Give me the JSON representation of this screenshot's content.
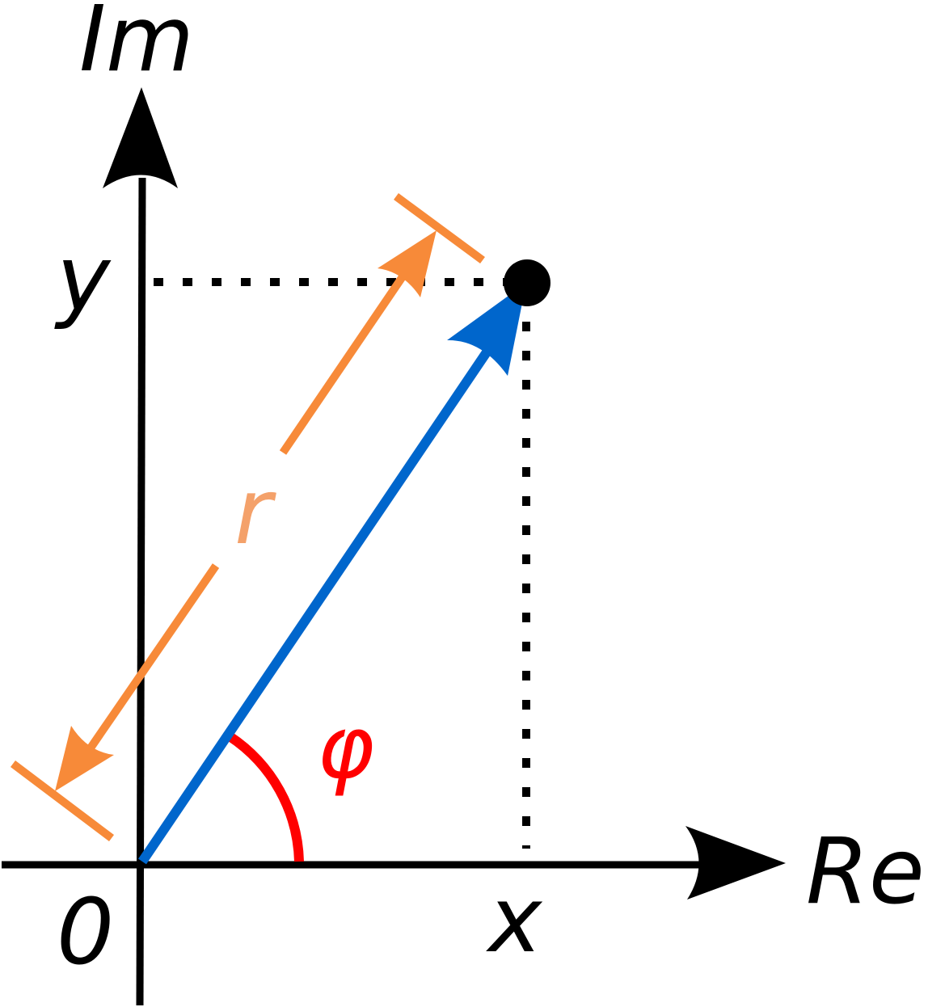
{
  "labels": {
    "imaginary_axis": "Im",
    "real_axis": "Re",
    "origin": "0",
    "x": "x",
    "y": "y",
    "magnitude": "r",
    "angle": "φ"
  },
  "colors": {
    "axes": "#000000",
    "vector": "#0066cc",
    "magnitude": "#f78a39",
    "magnitude_label": "#f4a16a",
    "angle": "#ff0000",
    "projection": "#000000",
    "point": "#000000"
  }
}
